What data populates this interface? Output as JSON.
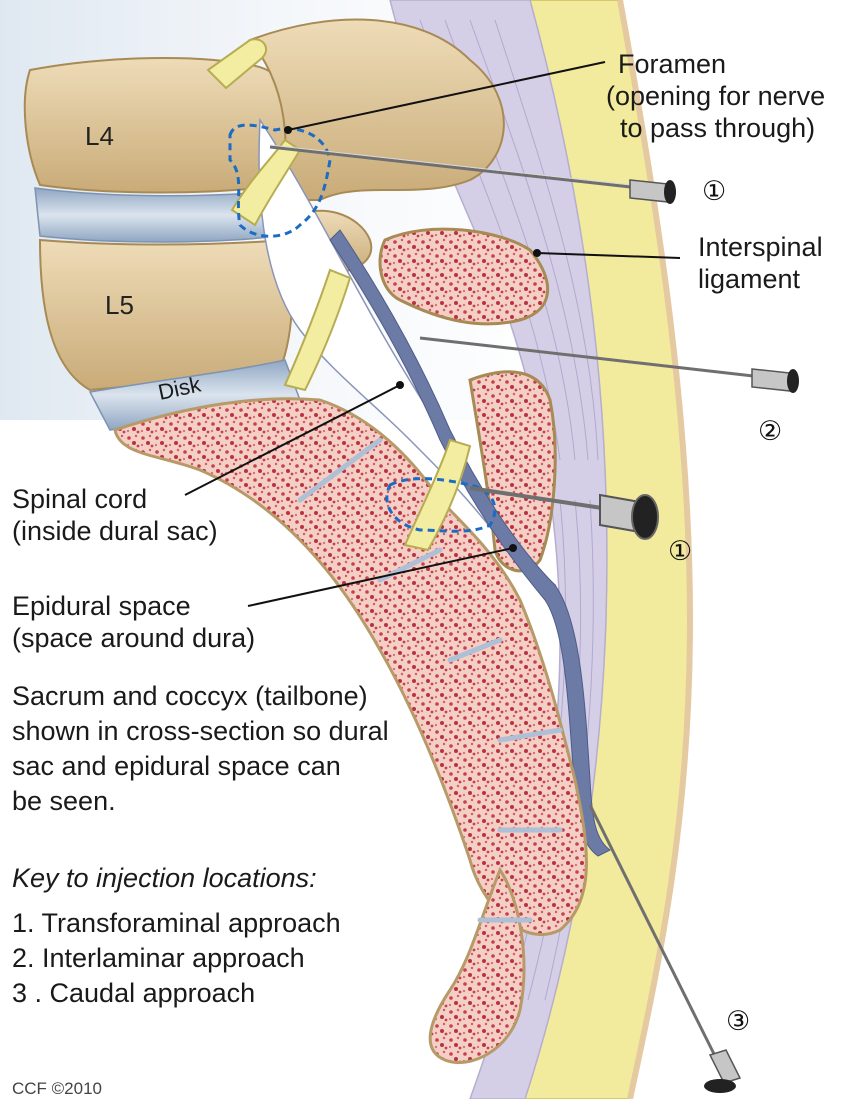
{
  "labels": {
    "foramen": [
      "Foramen",
      "(opening for nerve",
      "to pass through)"
    ],
    "interspinal": [
      "Interspinal",
      "ligament"
    ],
    "spinal_cord": [
      "Spinal cord",
      "(inside dural sac)"
    ],
    "epidural": [
      "Epidural space",
      "(space around dura)"
    ],
    "note": [
      "Sacrum and coccyx (tailbone)",
      "shown in cross-section so dural",
      "sac and epidural space can",
      "be seen."
    ],
    "key_title": "Key to injection locations:",
    "key_items": [
      "1. Transforaminal approach",
      "2. Interlaminar approach",
      "3 . Caudal approach"
    ],
    "l4": "L4",
    "l5": "L5",
    "disk": "Disk",
    "copyright": "CCF ©2010"
  },
  "markers": {
    "needle1_top": "①",
    "needle2": "②",
    "needle1_bottom": "①",
    "needle3": "③"
  },
  "colors": {
    "bone": "#e9d5b0",
    "bone_shadow": "#c9ad7c",
    "marrow": "#c33a45",
    "marrow_bg": "#f3c9c0",
    "ligament": "#c9c3dd",
    "fat": "#f2ea9c",
    "dura": "#5b6b9a",
    "nerve": "#f3eda2",
    "disk": "#b9c8dc",
    "dashed": "#1b6cc2"
  }
}
